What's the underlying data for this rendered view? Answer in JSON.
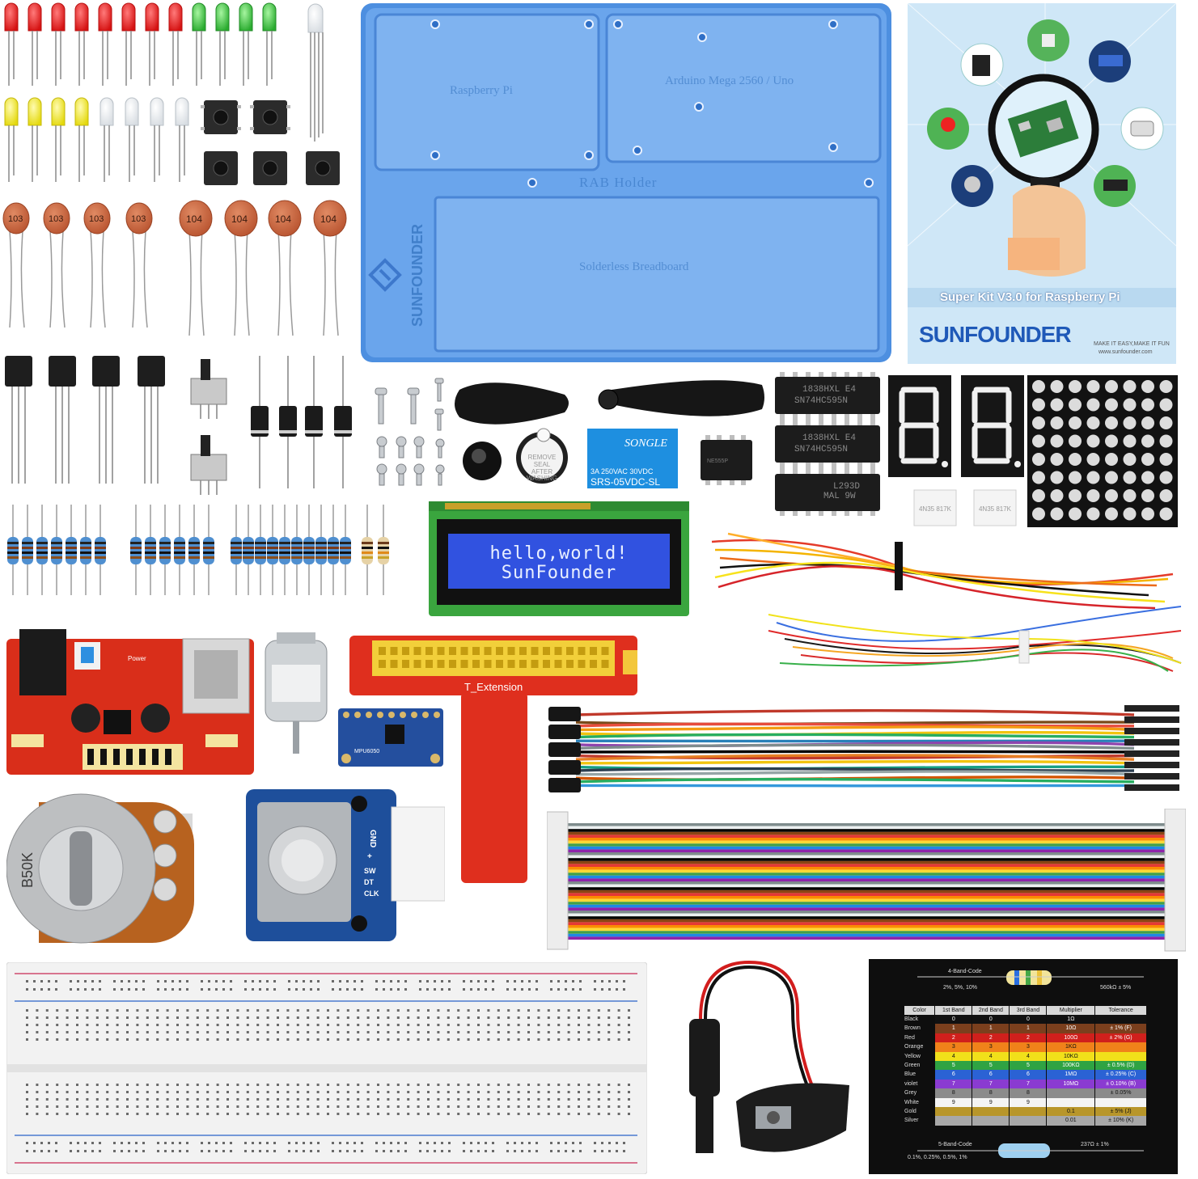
{
  "colors": {
    "holder_blue": "#5b9be6",
    "holder_blue_dark": "#3f7fd1",
    "led_red": "#e81e1e",
    "led_green": "#35c43a",
    "led_yellow": "#f2e91a",
    "capacitor": "#c9643f",
    "lcd_blue": "#2f4fd8",
    "pcb_red": "#d62c1a",
    "pcb_green": "#36a83a",
    "module_blue": "#1e4f9b",
    "card_black": "#111111"
  },
  "capacitor_labels": [
    "103",
    "103",
    "103",
    "103",
    "104",
    "104",
    "104",
    "104"
  ],
  "holder": {
    "label_left": "Raspberry Pi",
    "label_right": "Arduino Mega 2560 / Uno",
    "label_center": "RAB Holder",
    "label_bottom": "Solderless Breadboard",
    "brand": "SUNFOUNDER"
  },
  "manual": {
    "title": "Super Kit V3.0 for Raspberry Pi",
    "brand": "SUNFOUNDER",
    "tagline": "MAKE IT EASY,MAKE IT FUN",
    "url": "www.sunfounder.com"
  },
  "ics": [
    {
      "line1": "1838HXL E4",
      "line2": "SN74HC595N"
    },
    {
      "line1": "1838HXL E4",
      "line2": "SN74HC595N"
    },
    {
      "line1": "L293D",
      "line2": "MAL 9W"
    }
  ],
  "small_ic": "NE555P",
  "opto": [
    "4N35 817K",
    "4N35 817K"
  ],
  "buzzer": {
    "line1": "REMOVE",
    "line2": "SEAL",
    "line3": "AFTER",
    "line4": "WASHING"
  },
  "relay": {
    "brand": "SONGLE",
    "rating": "3A 250VAC  30VDC",
    "model": "SRS-05VDC-SL"
  },
  "lcd": {
    "line1": "hello,world!",
    "line2": "SunFounder"
  },
  "t_extension": {
    "title": "T_Extension"
  },
  "power_module": {
    "label": "Power"
  },
  "potentiometer": {
    "label": "B50K"
  },
  "gyro": {
    "label": "MPU6050"
  },
  "encoder": {
    "pins": [
      "GND",
      "+",
      "SW",
      "DT",
      "CLK"
    ]
  },
  "resistor_card": {
    "title_top": "4-Band-Code",
    "top_note": "2%, 5%, 10%",
    "top_value": "560kΩ ± 5%",
    "headers": [
      "Color",
      "1st Band",
      "2nd Band",
      "3rd Band",
      "Multiplier",
      "Tolerance"
    ],
    "rows": [
      {
        "color": "Black",
        "b1": "0",
        "b2": "0",
        "b3": "0",
        "mult": "1Ω",
        "tol": ""
      },
      {
        "color": "Brown",
        "b1": "1",
        "b2": "1",
        "b3": "1",
        "mult": "10Ω",
        "tol": "± 1%  (F)"
      },
      {
        "color": "Red",
        "b1": "2",
        "b2": "2",
        "b3": "2",
        "mult": "100Ω",
        "tol": "± 2%  (G)"
      },
      {
        "color": "Orange",
        "b1": "3",
        "b2": "3",
        "b3": "3",
        "mult": "1KΩ",
        "tol": ""
      },
      {
        "color": "Yellow",
        "b1": "4",
        "b2": "4",
        "b3": "4",
        "mult": "10KΩ",
        "tol": ""
      },
      {
        "color": "Green",
        "b1": "5",
        "b2": "5",
        "b3": "5",
        "mult": "100KΩ",
        "tol": "± 0.5%  (D)"
      },
      {
        "color": "Blue",
        "b1": "6",
        "b2": "6",
        "b3": "6",
        "mult": "1MΩ",
        "tol": "± 0.25%  (C)"
      },
      {
        "color": "violet",
        "b1": "7",
        "b2": "7",
        "b3": "7",
        "mult": "10MΩ",
        "tol": "± 0.10%  (B)"
      },
      {
        "color": "Grey",
        "b1": "8",
        "b2": "8",
        "b3": "8",
        "mult": "",
        "tol": "± 0.05%"
      },
      {
        "color": "White",
        "b1": "9",
        "b2": "9",
        "b3": "9",
        "mult": "",
        "tol": ""
      },
      {
        "color": "Gold",
        "b1": "",
        "b2": "",
        "b3": "",
        "mult": "0.1",
        "tol": "± 5%  (J)"
      },
      {
        "color": "Silver",
        "b1": "",
        "b2": "",
        "b3": "",
        "mult": "0.01",
        "tol": "± 10%  (K)"
      }
    ],
    "title_bottom": "5-Band-Code",
    "bottom_note": "0.1%, 0.25%, 0.5%, 1%",
    "bottom_value": "237Ω ± 1%"
  }
}
